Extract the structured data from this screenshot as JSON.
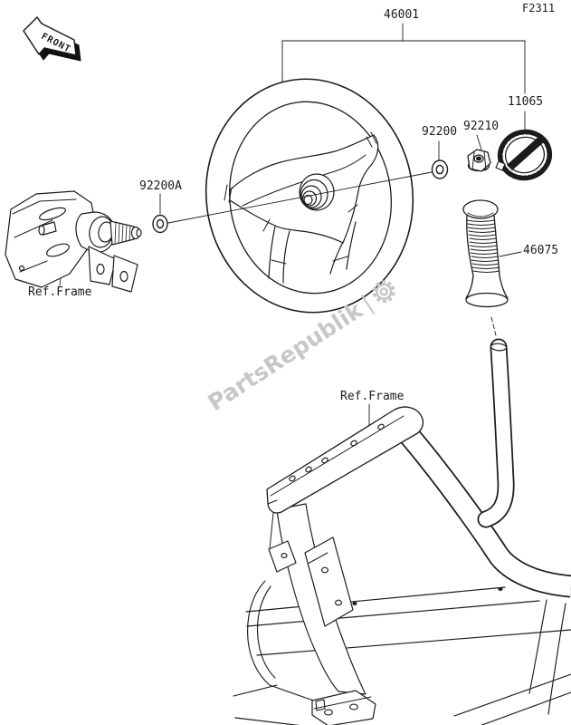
{
  "page": {
    "background": "#ffffff",
    "line_color": "#1c1c1c",
    "watermark_color": "#c7c7c7"
  },
  "header": {
    "diagram_code": "F2311",
    "front_marker": "FRONT"
  },
  "watermark": {
    "text": "PartsRepublik",
    "separator": "|",
    "icon": "gear-icon"
  },
  "part_labels": {
    "steering_wheel": "46001",
    "cap": "11065",
    "washer": "92200",
    "nut": "92210",
    "washer_a": "92200A",
    "grip": "46075"
  },
  "reference_labels": {
    "left": "Ref.Frame",
    "bottom": "Ref.Frame"
  }
}
